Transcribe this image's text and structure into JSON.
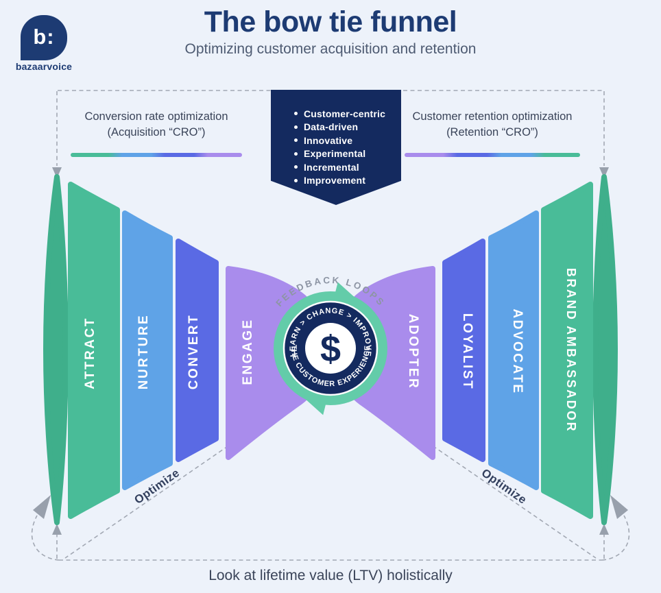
{
  "colors": {
    "bg": "#EDF2FA",
    "navy": "#142A5F",
    "navy-bright": "#1D3B73",
    "green": "#49BC98",
    "green-dark": "#3FAF8B",
    "blue": "#5FA3E7",
    "indigo": "#5A6AE4",
    "purple": "#A98CEC",
    "mint": "#63CCA9",
    "slate": "#3A4459",
    "gray-line": "#A2A8B3",
    "gray-arrow": "#98A0AC",
    "gray-text": "#8D95A4",
    "subtitle": "#4E5B72"
  },
  "logo": {
    "mark": "b:",
    "name": "bazaarvoice"
  },
  "header": {
    "title": "The bow tie funnel",
    "subtitle": "Optimizing customer acquisition and retention"
  },
  "cro_left": {
    "line1": "Conversion rate optimization",
    "line2": "(Acquisition “CRO”)"
  },
  "cro_right": {
    "line1": "Customer retention optimization",
    "line2": "(Retention “CRO”)"
  },
  "banner": {
    "bullets": [
      "Customer-centric",
      "Data-driven",
      "Innovative",
      "Experimental",
      "Incremental",
      "Improvement"
    ]
  },
  "funnel": {
    "left_stages": [
      "ATTRACT",
      "NURTURE",
      "CONVERT",
      "ENGAGE"
    ],
    "right_stages": [
      "ADOPTER",
      "LOYALIST",
      "ADVOCATE",
      "BRAND AMBASSADOR"
    ]
  },
  "center": {
    "outer_label": "FEEDBACK LOOPS",
    "inner_top": "LEARN > CHANGE > IMPROVE",
    "inner_bottom": "THE CUSTOMER EXPERIENCE",
    "currency": "$"
  },
  "optimize": {
    "left": "Optimize",
    "right": "Optimize"
  },
  "footer": {
    "note": "Look at lifetime value (LTV) holistically"
  }
}
